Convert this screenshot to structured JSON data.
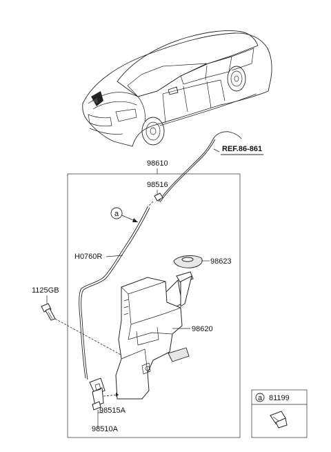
{
  "diagram": {
    "labels": {
      "ref": "REF.86-861",
      "hose_assy": "98610",
      "nozzle": "98516",
      "hose": "H0760R",
      "cap": "98623",
      "bolt": "1125GB",
      "reservoir": "98620",
      "motor_sub": "98515A",
      "pump": "98510A",
      "callout_a": "a"
    },
    "legend": {
      "letter": "a",
      "part_no": "81199"
    }
  }
}
